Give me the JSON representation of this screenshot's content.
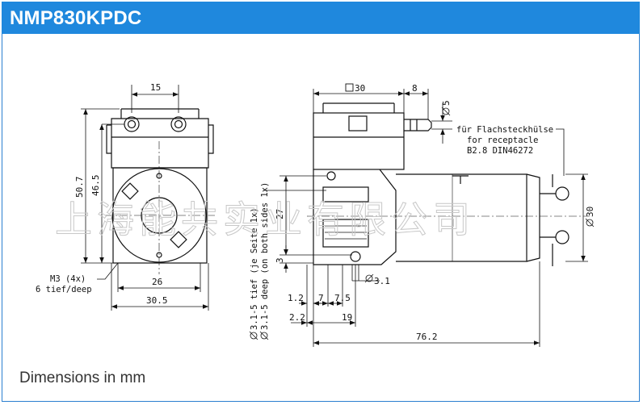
{
  "title": "NMP830KPDC",
  "footer": "Dimensions in mm",
  "watermark": "上海能共实业有限公司",
  "dimensions": {
    "d15": "15",
    "d50_7": "50.7",
    "d46_5": "46.5",
    "d26": "26",
    "d30_5": "30.5",
    "square30": "30",
    "d8": "8",
    "dia5": "5",
    "d27": "27",
    "d3": "3",
    "dia3_1": "3.1",
    "d1_2": "1.2",
    "d7": "7",
    "d7_5": "7.5",
    "d2_2": "2.2",
    "d19": "19",
    "d76_2": "76.2",
    "dia30": "30"
  },
  "notes": {
    "m3_line1": "M3 (4x)",
    "m3_line2": "6 tief/deep",
    "flach_line1": "für Flachsteckhülse",
    "flach_line2": "for receptacle",
    "flach_line3": "B2.8 DIN46272",
    "depth_line1": "3.1-5 tief (je Seite 1x)",
    "depth_line2": "3.1-5 deep (on both sides 1x)"
  },
  "colors": {
    "title_bg": "#1f88dd",
    "title_text": "#ffffff",
    "line": "#111111"
  }
}
